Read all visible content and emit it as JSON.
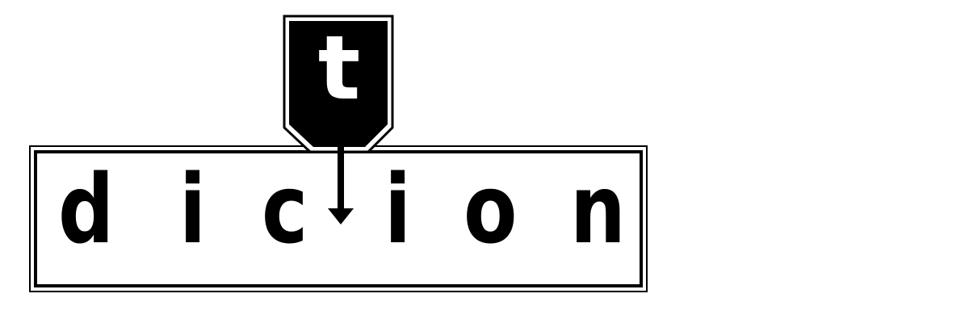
{
  "word": {
    "letters": [
      "d",
      "i",
      "c",
      "i",
      "o",
      "n"
    ]
  },
  "insert_tile": {
    "letter": "t"
  },
  "colors": {
    "ink": "#000000",
    "paper": "#ffffff"
  }
}
